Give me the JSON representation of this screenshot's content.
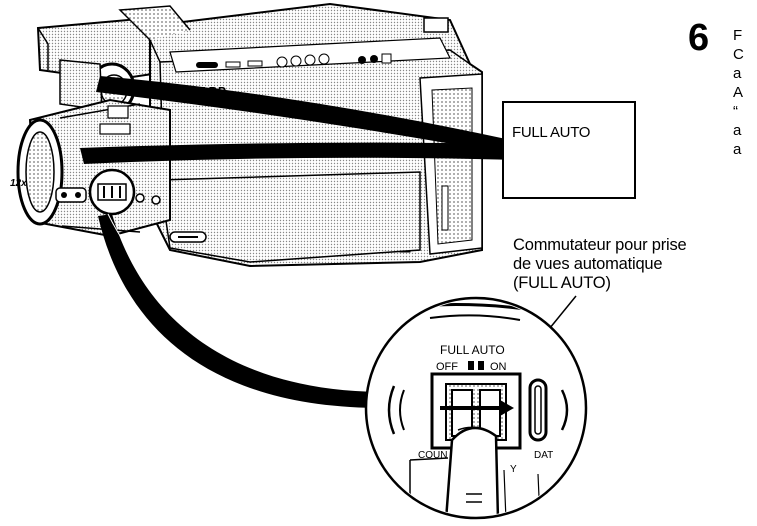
{
  "step": {
    "number": "6",
    "cut_text_lines": [
      "F",
      "C",
      "a",
      "A",
      "“",
      "a",
      "a"
    ]
  },
  "callout": {
    "label": "FULL AUTO"
  },
  "caption": {
    "lines": [
      "Commutateur pour prise",
      "de vues automatique",
      "(FULL AUTO)"
    ]
  },
  "camera": {
    "brand": "SHARP",
    "zoom_label": "12x"
  },
  "switch_detail": {
    "full_auto_label": "FULL AUTO",
    "off_label": "OFF",
    "on_label": "ON",
    "counter_label": "COUN",
    "label_y": "Y",
    "label_dat": "DAT"
  }
}
